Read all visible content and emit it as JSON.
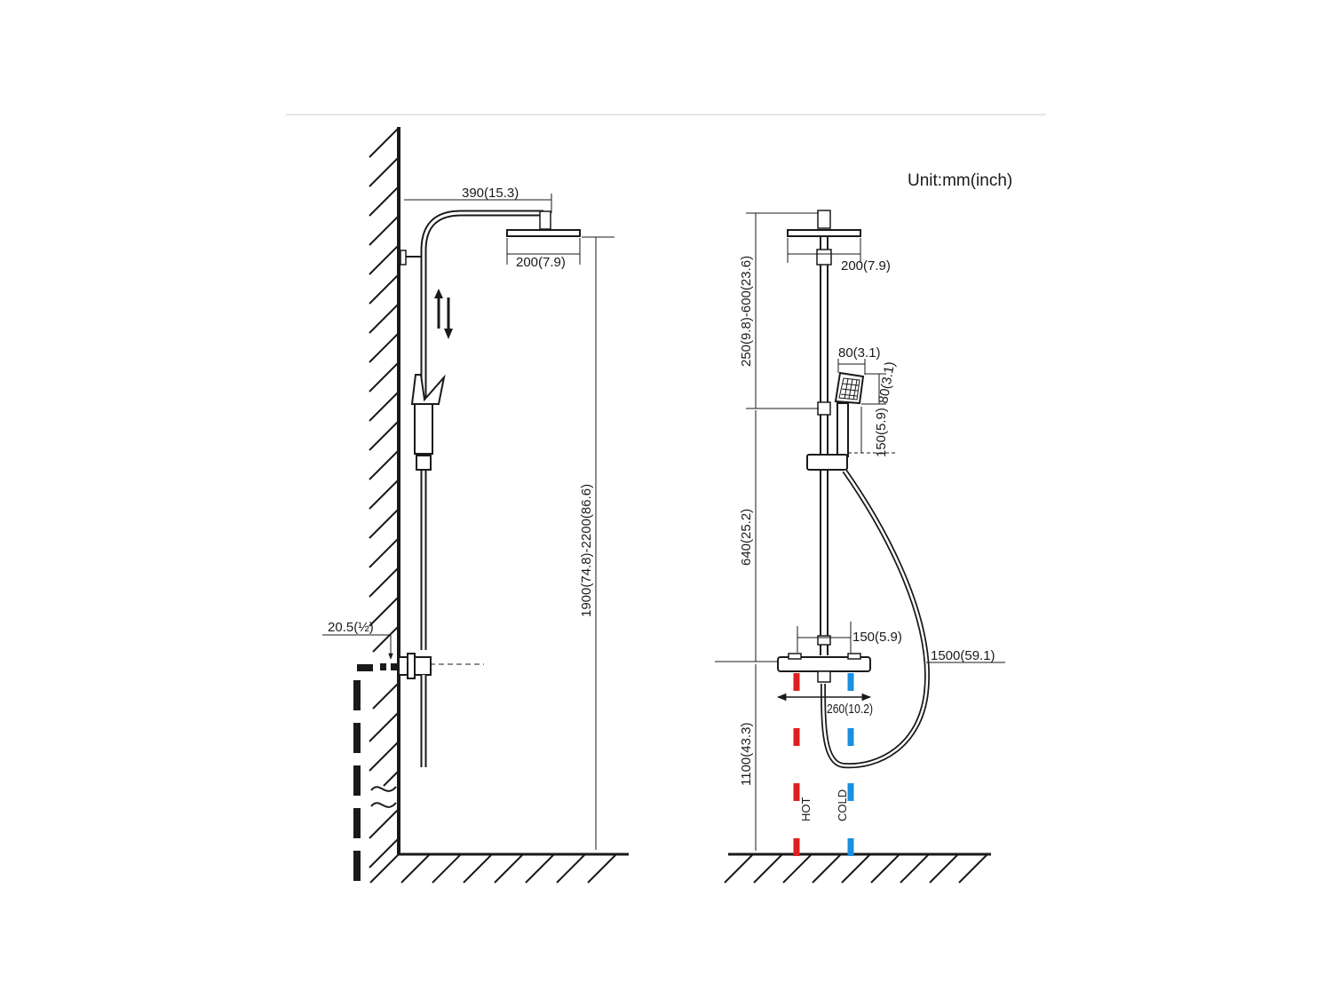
{
  "unit_label": "Unit:mm(inch)",
  "side_view": {
    "arm_length": "390(15.3)",
    "head_width": "200(7.9)",
    "height_range": "1900(74.8)-2200(86.6)",
    "inlet_size": "20.5(½)"
  },
  "front_view": {
    "head_width": "200(7.9)",
    "head_drop": "250(9.8)-600(23.6)",
    "handset_width": "80(3.1)",
    "handset_height": "80(3.1)",
    "handle_length": "150(5.9)",
    "rail_length": "640(25.2)",
    "valve_offset": "150(5.9)",
    "hose_length": "1500(59.1)",
    "inlet_spacing": "260(10.2)",
    "valve_height": "1100(43.3)",
    "hot_label": "HOT",
    "cold_label": "COLD"
  },
  "colors": {
    "line": "#1a1a1a",
    "hot": "#e02020",
    "cold": "#1a8fe0"
  }
}
